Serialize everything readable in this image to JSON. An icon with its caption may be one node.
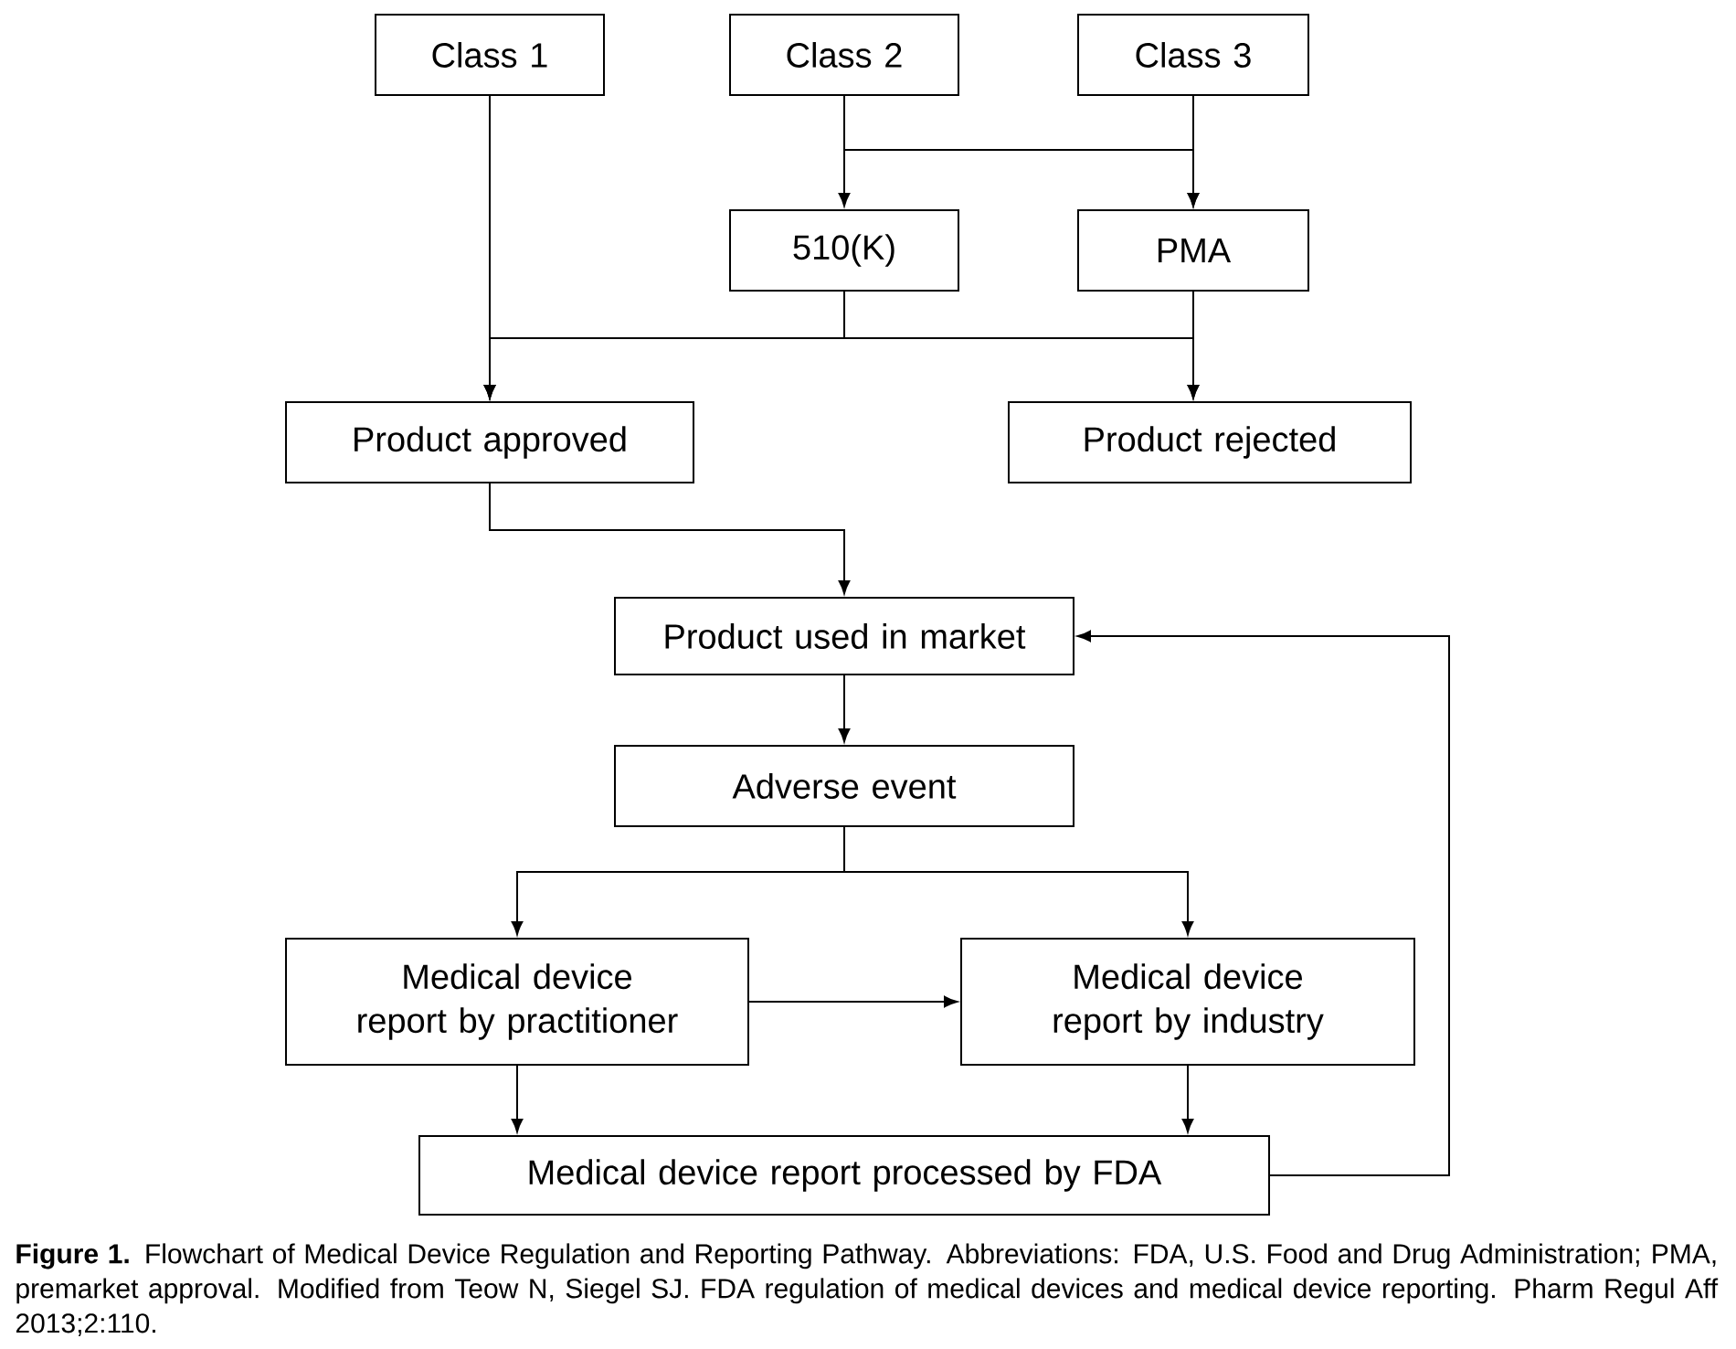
{
  "diagram": {
    "caption": "**Figure 1.** Flowchart of Medical Device Regulation and Reporting Pathway. Abbreviations: FDA, U.S. Food and Drug Administration; PMA, premarket approval. Modified from Teow N, Siegel SJ. FDA regulation of medical devices and medical device reporting. Pharm Regul Aff 2013;2:110.",
    "nodes": [
      {
        "text": [
          "Class 1"
        ]
      },
      {
        "text": [
          "Class 2"
        ]
      },
      {
        "text": [
          "Class 3"
        ]
      },
      {
        "text": [
          "510(K)"
        ]
      },
      {
        "text": [
          "PMA"
        ]
      },
      {
        "text": [
          "Product approved"
        ]
      },
      {
        "text": [
          "Product rejected"
        ]
      },
      {
        "text": [
          "Product used in market"
        ]
      },
      {
        "text": [
          "Adverse event"
        ]
      },
      {
        "text": [
          "Medical device report by practitioner"
        ]
      },
      {
        "text": [
          "Medical device report by industry"
        ]
      },
      {
        "text": [
          "Medical device report processed by FDA"
        ]
      }
    ],
    "edges": [
      {
        "from": 1,
        "to": 3,
        "arrow": "to"
      },
      {
        "from": 1,
        "to": 4,
        "arrow": "to"
      },
      {
        "from": 2,
        "to": 4,
        "arrow": "to"
      },
      {
        "from": 0,
        "to": 5,
        "arrow": "to"
      },
      {
        "from": 3,
        "to": 5,
        "arrow": "to"
      },
      {
        "from": 3,
        "to": 6,
        "arrow": "to"
      },
      {
        "from": 4,
        "to": 5,
        "arrow": "to"
      },
      {
        "from": 4,
        "to": 6,
        "arrow": "to"
      },
      {
        "from": 5,
        "to": 7,
        "arrow": "to"
      },
      {
        "from": 7,
        "to": 8,
        "arrow": "to"
      },
      {
        "from": 8,
        "to": 9,
        "arrow": "to"
      },
      {
        "from": 8,
        "to": 10,
        "arrow": "to"
      },
      {
        "from": 9,
        "to": 10,
        "arrow": "to"
      },
      {
        "from": 9,
        "to": 11,
        "arrow": "to"
      },
      {
        "from": 10,
        "to": 11,
        "arrow": "to"
      },
      {
        "from": 11,
        "to": 7,
        "arrow": "to"
      }
    ]
  }
}
